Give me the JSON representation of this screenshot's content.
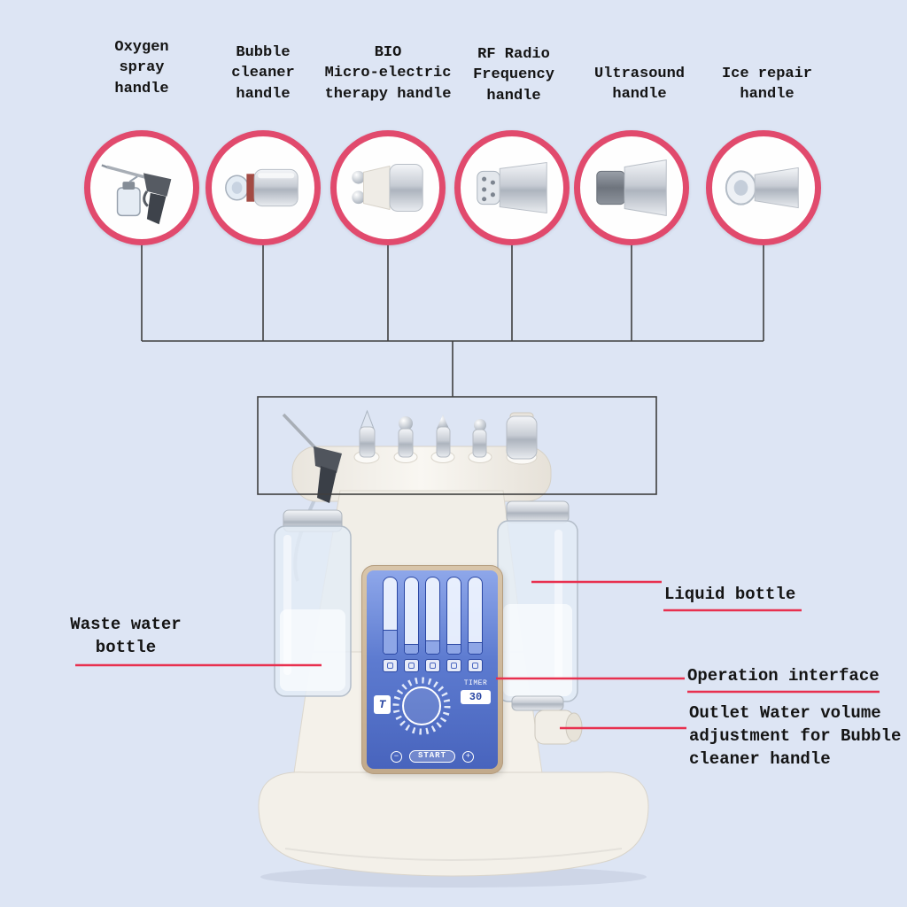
{
  "colors": {
    "background": "#dde5f4",
    "circle_ring": "#e14a6d",
    "callout_line": "#e8304f",
    "connector_line": "#3f3f3f",
    "label_text": "#141414",
    "screen_blue": "#5d7bd0",
    "screen_frame": "#c9b190",
    "machine_body": "#f3f0e9"
  },
  "handles": [
    {
      "id": "oxygen-spray",
      "label": "Oxygen\nspray\nhandle"
    },
    {
      "id": "bubble-cleaner",
      "label": "Bubble\ncleaner\nhandle"
    },
    {
      "id": "bio-micro-electric",
      "label": "BIO\nMicro-electric\ntherapy handle"
    },
    {
      "id": "rf-radio-frequency",
      "label": "RF Radio\nFrequency\nhandle"
    },
    {
      "id": "ultrasound",
      "label": "Ultrasound\nhandle"
    },
    {
      "id": "ice-repair",
      "label": "Ice repair\nhandle"
    }
  ],
  "callouts": {
    "waste_water_bottle": "Waste water\nbottle",
    "liquid_bottle": "Liquid bottle",
    "operation_interface": "Operation interface",
    "outlet_adjustment": "Outlet Water volume\nadjustment for Bubble\ncleaner handle"
  },
  "screen": {
    "timer_label": "TIMER",
    "timer_value": "30",
    "start_label": "START",
    "mode_icon": "T",
    "minus_icon": "−",
    "plus_icon": "+"
  }
}
